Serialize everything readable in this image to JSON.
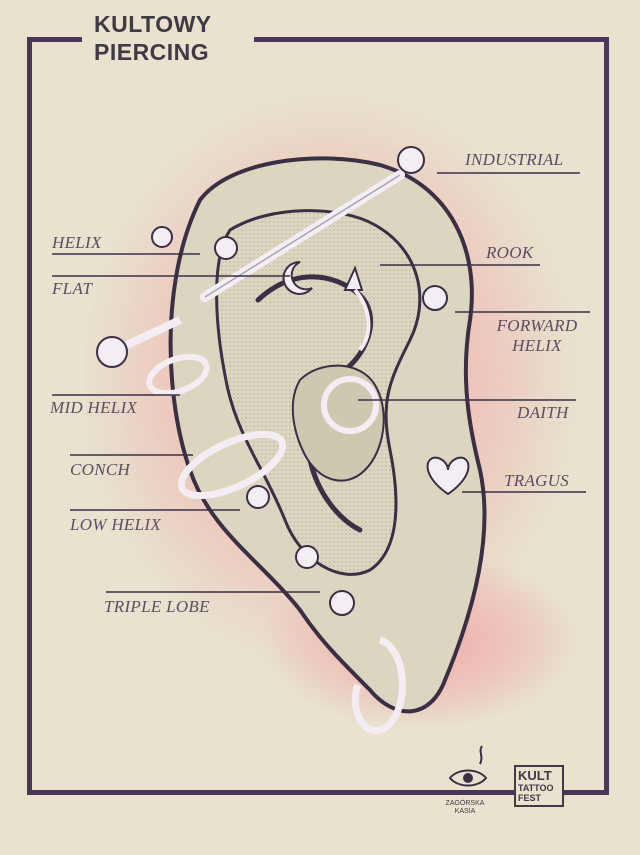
{
  "title": {
    "line1": "KULTOWY",
    "line2": "PIERCING"
  },
  "labels": {
    "industrial": "INDUSTRIAL",
    "helix": "HELIX",
    "rook": "ROOK",
    "flat": "FLAT",
    "forward_helix_1": "FORWARD",
    "forward_helix_2": "HELIX",
    "mid_helix": "MID HELIX",
    "daith": "DAITH",
    "conch": "CONCH",
    "tragus": "TRAGUS",
    "low_helix": "LOW HELIX",
    "triple_lobe": "TRIPLE LOBE"
  },
  "credits": {
    "artist_line1": "ZAGÓRSKA",
    "artist_line2": "KASIA",
    "logo_line1": "KULT",
    "logo_line2": "TATTOO",
    "logo_line3": "FEST"
  },
  "colors": {
    "background": "#e8e2cf",
    "frame": "#4a3656",
    "ear_fill": "#dcd6c0",
    "ear_outline": "#3b2f45",
    "glow": "#f0a0a0",
    "jewelry": "#f4eef4",
    "label_text": "#5a4e62"
  }
}
